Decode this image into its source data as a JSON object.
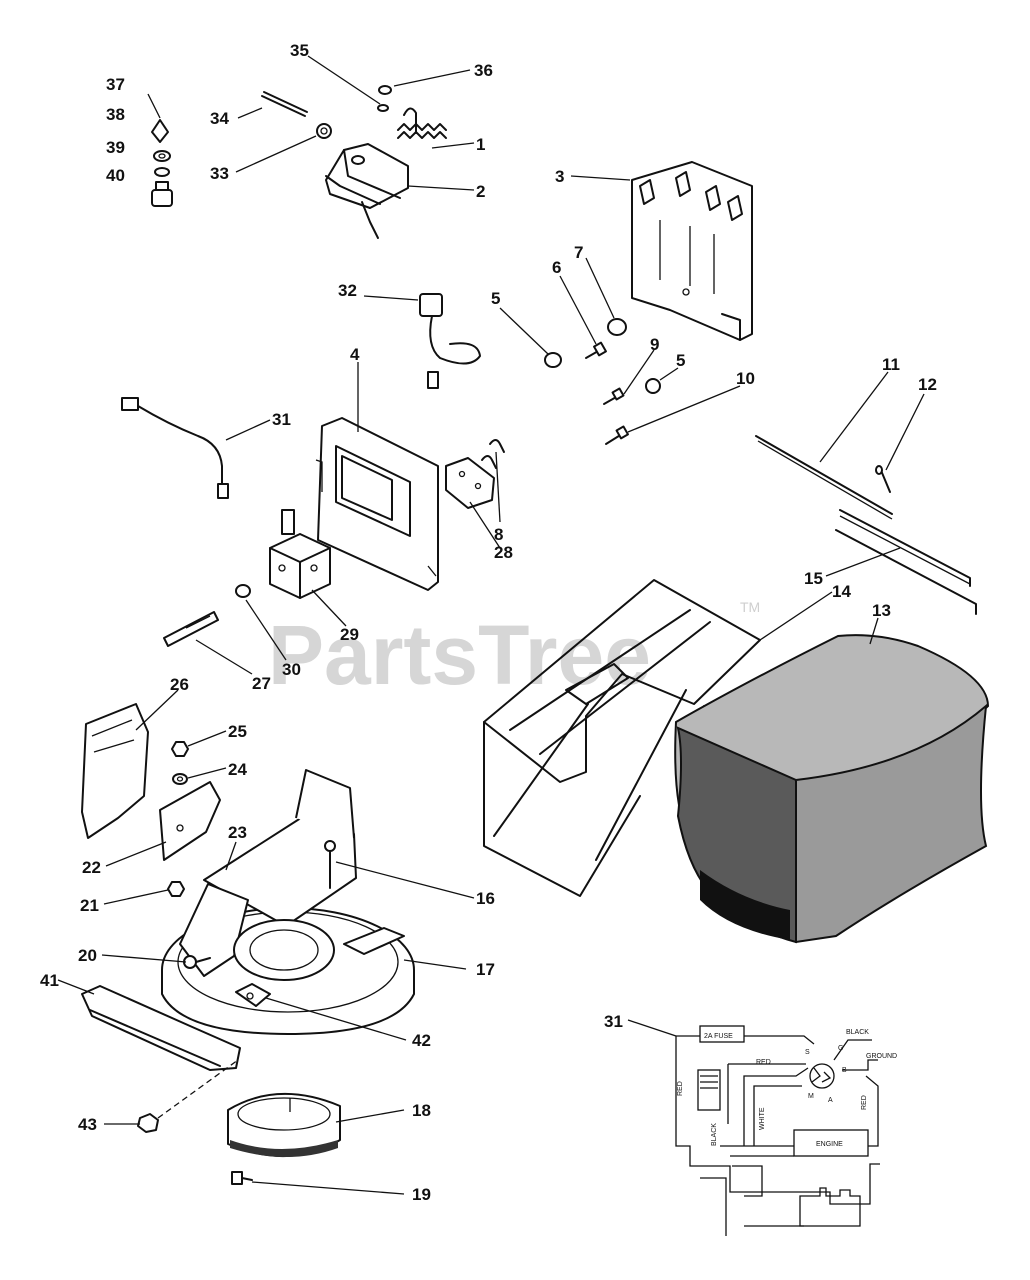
{
  "watermark": {
    "text": "PartsTree",
    "tm": "TM"
  },
  "callouts": [
    "1",
    "2",
    "3",
    "4",
    "5",
    "5",
    "6",
    "7",
    "8",
    "9",
    "10",
    "11",
    "12",
    "13",
    "14",
    "15",
    "16",
    "17",
    "18",
    "19",
    "20",
    "21",
    "22",
    "23",
    "24",
    "25",
    "26",
    "27",
    "28",
    "29",
    "30",
    "31",
    "31",
    "32",
    "33",
    "34",
    "35",
    "36",
    "37",
    "38",
    "39",
    "40",
    "41",
    "42",
    "43"
  ],
  "wiring": {
    "fuse": "2A FUSE",
    "black": "BLACK",
    "ground": "GROUND",
    "red": "RED",
    "white": "WHITE",
    "engine": "ENGINE",
    "terminals": [
      "S",
      "M",
      "G",
      "B",
      "A"
    ]
  }
}
